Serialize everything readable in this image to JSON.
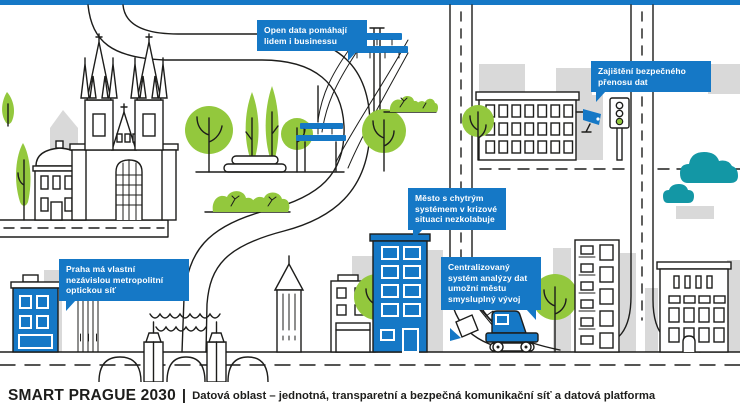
{
  "poster": {
    "title": "Smart Prague 2030 infographic – data area",
    "top_bar_color": "#1578c6",
    "background": "#ffffff"
  },
  "colors": {
    "accent_blue": "#1578c6",
    "tree_green": "#93c83d",
    "cloud_teal": "#1397a5",
    "silhouette_gray": "#d9d9d9",
    "line_black": "#1d1d1b"
  },
  "callouts": [
    {
      "id": "open-data",
      "text": "Open data pomáhají\nlidem i businessu"
    },
    {
      "id": "secure-data-transfer",
      "text": "Zajištění bezpečného\npřenosu dat"
    },
    {
      "id": "smart-system-crisis",
      "text": "Město s chytrým\nsystémem v krizové\nsituaci nezkolabuje"
    },
    {
      "id": "centralized-analysis",
      "text": "Centralizovaný\nsystém analýzy dat\numožní městu\nsmysluplný vývoj"
    },
    {
      "id": "metropolitan-optical-network",
      "text": "Praha má vlastní\nnezávislou metropolitní\noptickou síť"
    }
  ],
  "footer": {
    "brand": "SMART PRAGUE 2030",
    "separator": "|",
    "subtitle": "Datová oblast – jednotná, transparetní a bezpečná komunikační síť a datová platforma"
  },
  "illustration": {
    "elements": [
      "tyn-church",
      "dome-building",
      "leaf-tree",
      "park-trees",
      "park-bench",
      "telegraph-pole",
      "power-lines",
      "roads",
      "charles-bridge",
      "river-waves",
      "optical-cables",
      "cctv-camera",
      "traffic-light",
      "office-building",
      "blue-apartment-building",
      "gothic-water-tower",
      "excavator",
      "tower-block",
      "clouds"
    ]
  }
}
